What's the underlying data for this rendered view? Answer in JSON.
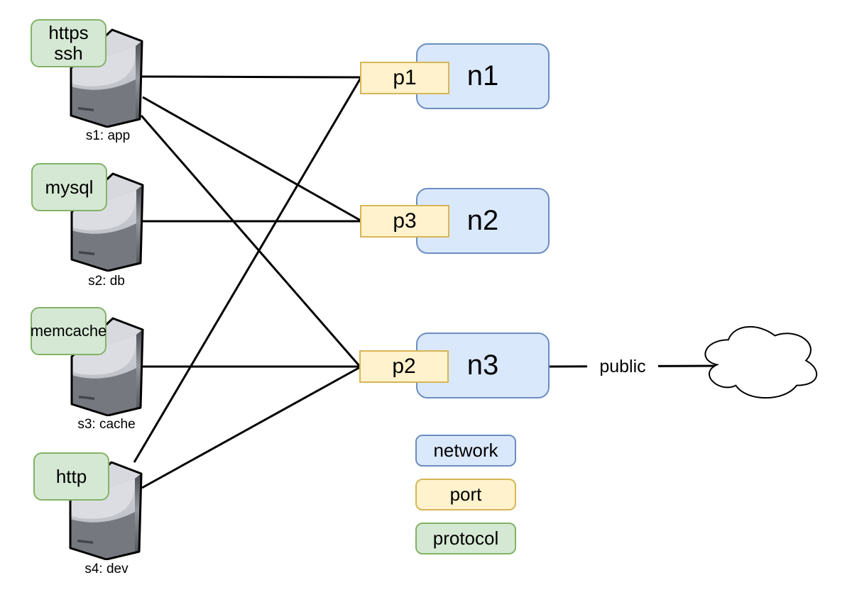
{
  "colors": {
    "network_fill": "#dae8fc",
    "network_stroke": "#6c8ebf",
    "port_fill": "#fff2cc",
    "port_stroke": "#d6b656",
    "protocol_fill": "#d5e8d4",
    "protocol_stroke": "#82b366",
    "edge": "#000000",
    "server_body": "#9ea1a8"
  },
  "servers": [
    {
      "id": "s1",
      "protocols": "https\nssh",
      "label": "s1: app"
    },
    {
      "id": "s2",
      "protocols": "mysql",
      "label": "s2: db"
    },
    {
      "id": "s3",
      "protocols": "memcache",
      "label": "s3: cache"
    },
    {
      "id": "s4",
      "protocols": "http",
      "label": "s4: dev"
    }
  ],
  "ports": [
    {
      "id": "p1",
      "label": "p1"
    },
    {
      "id": "p3",
      "label": "p3"
    },
    {
      "id": "p2",
      "label": "p2"
    }
  ],
  "networks": [
    {
      "id": "n1",
      "label": "n1"
    },
    {
      "id": "n2",
      "label": "n2"
    },
    {
      "id": "n3",
      "label": "n3"
    }
  ],
  "cloud": {
    "id": "internet",
    "shape": "cloud"
  },
  "connections": [
    {
      "from": "s1",
      "to": "p1"
    },
    {
      "from": "s1",
      "to": "p3"
    },
    {
      "from": "s1",
      "to": "p2"
    },
    {
      "from": "s2",
      "to": "p3"
    },
    {
      "from": "s3",
      "to": "p2"
    },
    {
      "from": "s4",
      "to": "p1"
    },
    {
      "from": "s4",
      "to": "p2"
    },
    {
      "from": "n3",
      "to": "internet",
      "label": "public"
    }
  ],
  "legend": [
    {
      "type": "network",
      "label": "network"
    },
    {
      "type": "port",
      "label": "port"
    },
    {
      "type": "protocol",
      "label": "protocol"
    }
  ]
}
